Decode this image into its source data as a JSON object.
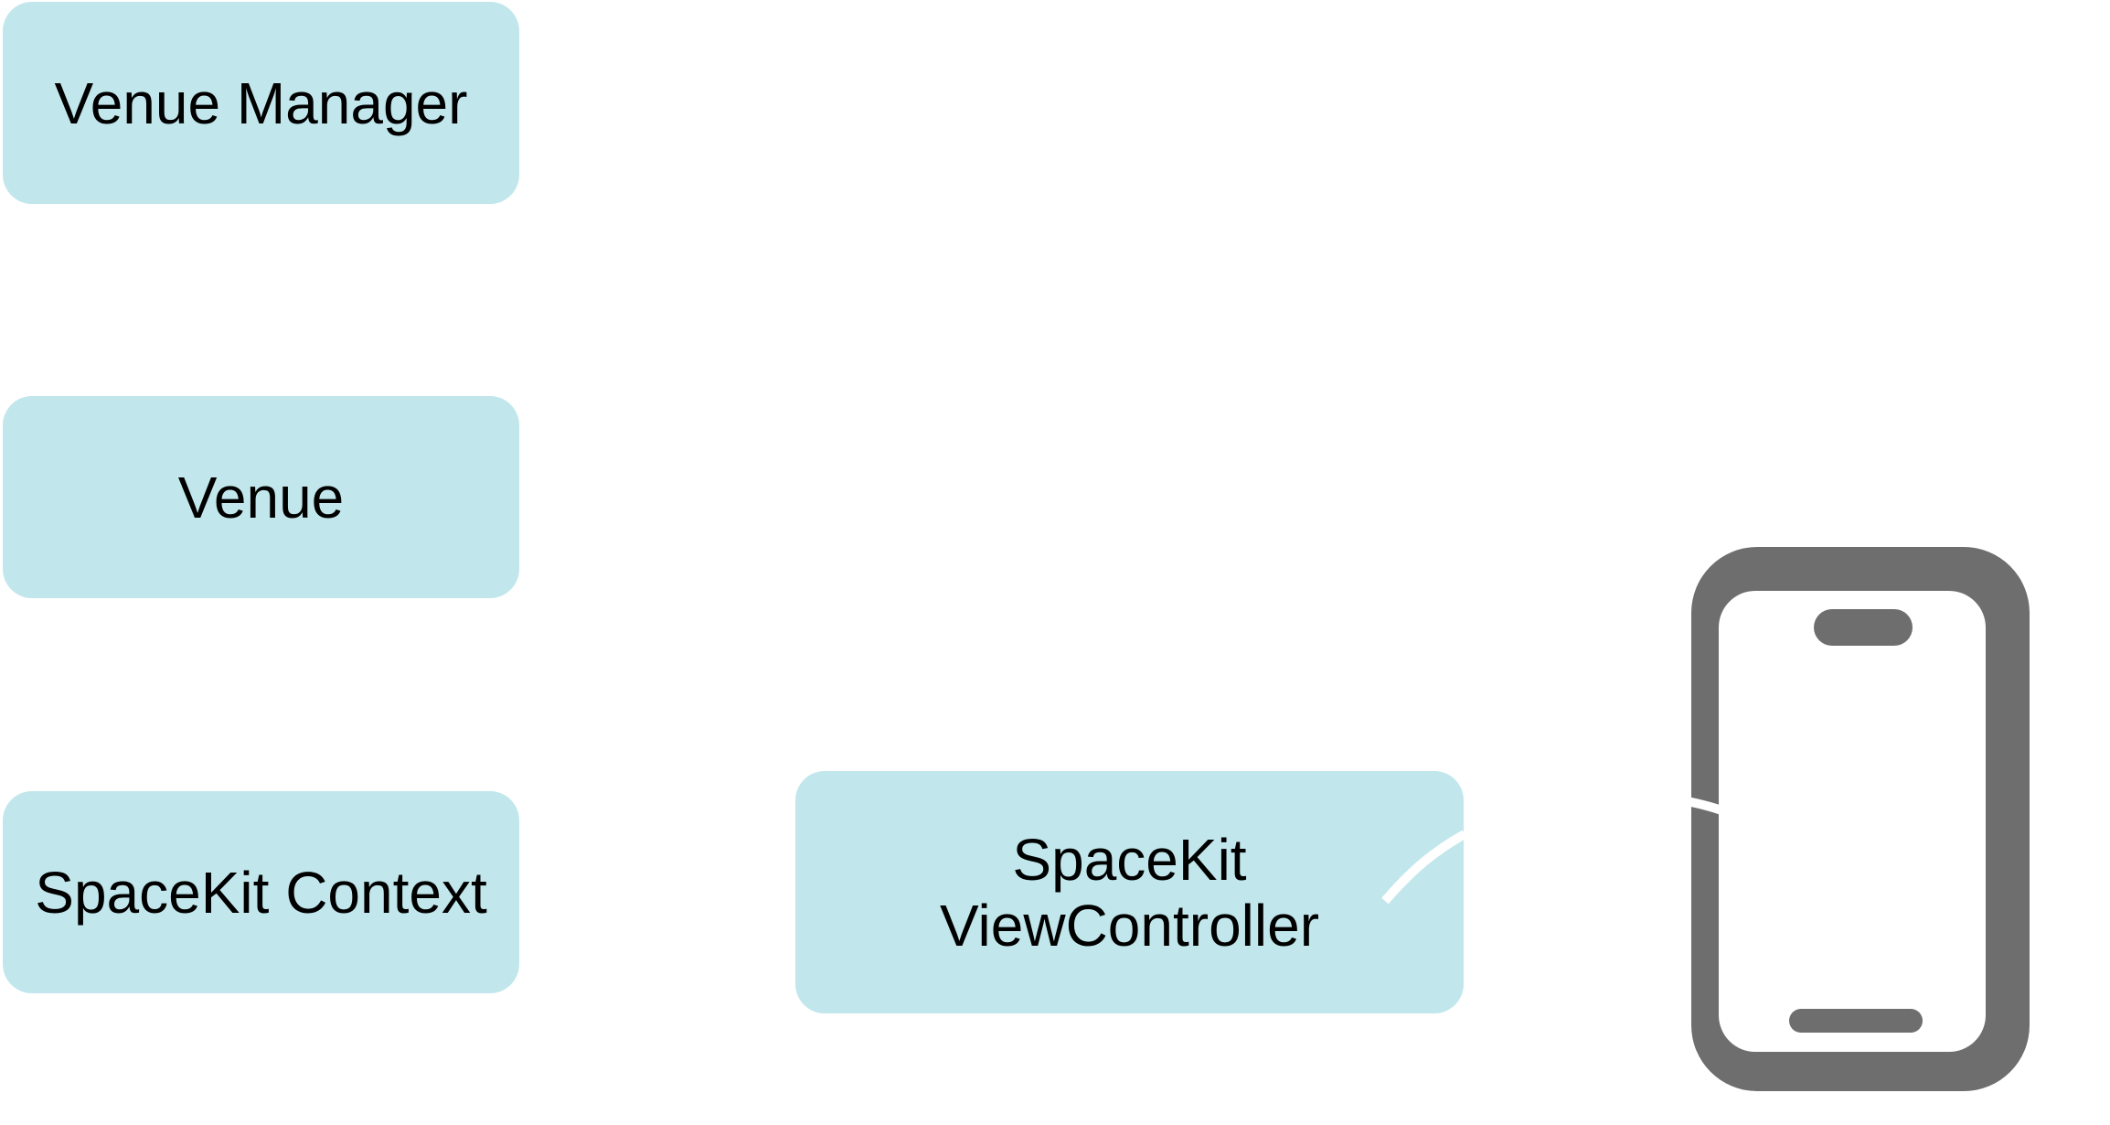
{
  "diagram": {
    "nodes": [
      {
        "id": "venue-manager",
        "label": "Venue Manager"
      },
      {
        "id": "venue",
        "label": "Venue"
      },
      {
        "id": "spacekit-context",
        "label": "SpaceKit Context"
      },
      {
        "id": "spacekit-viewcontroller",
        "label": "SpaceKit\nViewController"
      }
    ],
    "device": {
      "icon": "smartphone-icon"
    }
  },
  "colors": {
    "box_fill": "#c1e7ec",
    "text": "#000000",
    "device_frame": "#6e6e6e",
    "background": "#ffffff"
  }
}
